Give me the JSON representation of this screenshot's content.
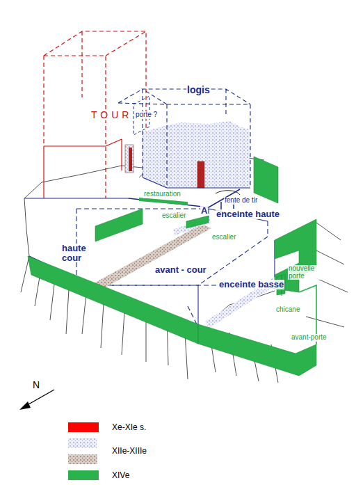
{
  "diagram": {
    "labels": [
      "TOUR",
      "porte ?",
      "logis",
      "restauration",
      "fente de tir",
      "A",
      "enceinte haute",
      "escalier",
      "escalier",
      "haute cour",
      "avant - cour",
      "enceinte basse",
      "nouvelle porte",
      "chicane",
      "avant-porte",
      "N"
    ],
    "legend": [
      {
        "text": "Xe-XIe s.",
        "color": "#ff0000"
      },
      {
        "text": "XIIe-XIIIe"
      },
      {
        "text": "XIVe",
        "color": "#2bb24c"
      }
    ]
  }
}
